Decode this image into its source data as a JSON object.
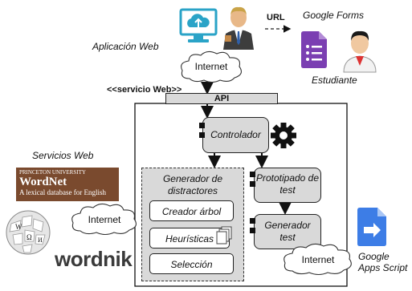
{
  "top": {
    "app_label": "Aplicación Web",
    "url_label": "URL",
    "forms_label": "Google Forms",
    "student_label": "Estudiante"
  },
  "clouds": {
    "top": "Internet",
    "left": "Internet",
    "bottom": "Internet"
  },
  "service": {
    "stereotype": "<<servicio Web>>",
    "api": "API",
    "controller": "Controlador",
    "generator_title": "Generador de distractores",
    "tree_creator": "Creador árbol",
    "heuristics": "Heurísticas",
    "selection": "Selección",
    "prototyping": "Prototipado de test",
    "test_generator": "Generador test"
  },
  "web_services": {
    "title": "Servicios Web",
    "princeton": "PRINCETON UNIVERSITY",
    "wordnet_title": "WordNet",
    "wordnet_subtitle": "A lexical database for English",
    "wordnik": "wordnik"
  },
  "apps_script_label": "Google Apps Script",
  "colors": {
    "wordnet_bg": "#7a4a2e",
    "forms_purple": "#7b3fb2",
    "apps_script_blue": "#3d7de6",
    "gray_box": "#d9d9d9",
    "monitor_teal": "#2aa3c7"
  }
}
